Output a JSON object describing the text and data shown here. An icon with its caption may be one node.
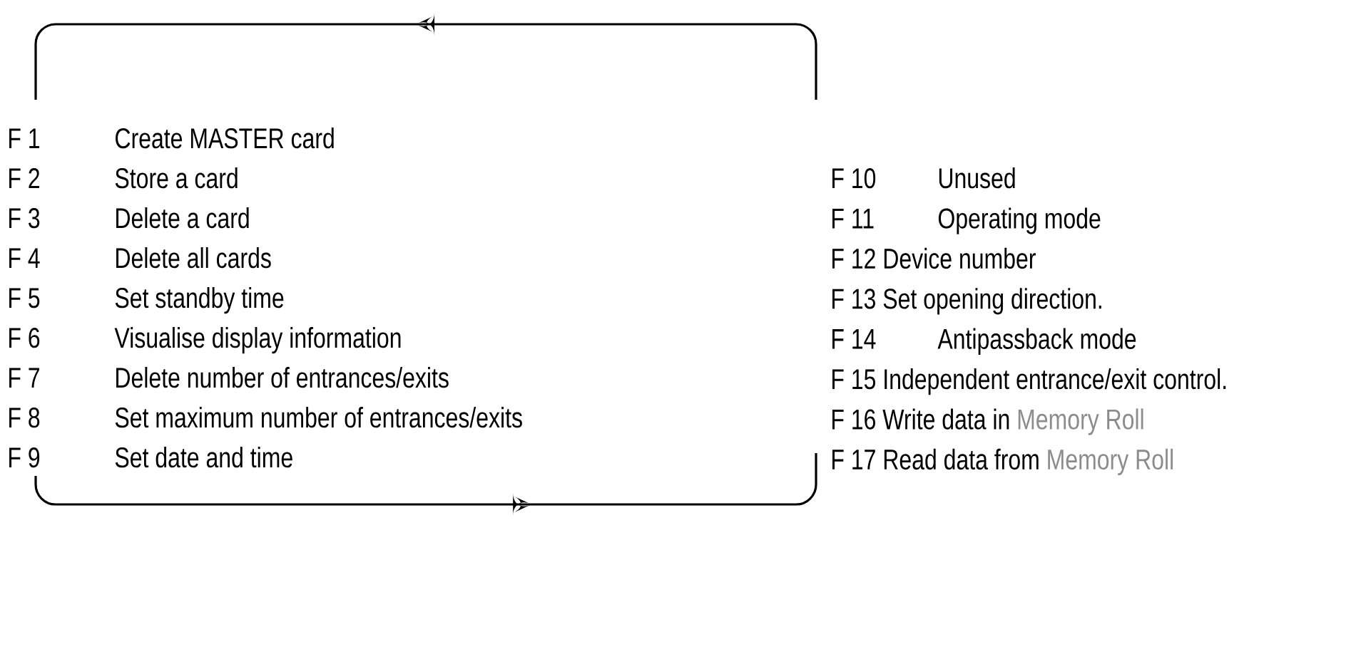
{
  "diagram": {
    "labels": [
      "F 1",
      "Create MASTER card",
      "F 2",
      "Store a card",
      "F 3",
      "Delete a card",
      "F 4",
      "Delete all cards",
      "F 5",
      "Set standby time",
      "F 6",
      "Visualise display information",
      "F 7",
      "Delete number of entrances/exits",
      "F 8",
      "Set maximum number of entrances/exits",
      "F 9",
      "Set date and time",
      "F 10",
      "Unused",
      "F 11",
      "Operating mode",
      "F 12 Device number",
      "F 13 Set opening direction.",
      "F 14",
      "Antipassback mode",
      "F 15 Independent entrance/exit control.",
      "F 16 Write data in",
      "Memory Roll",
      "F 17 Read data from",
      "Memory Roll"
    ]
  }
}
